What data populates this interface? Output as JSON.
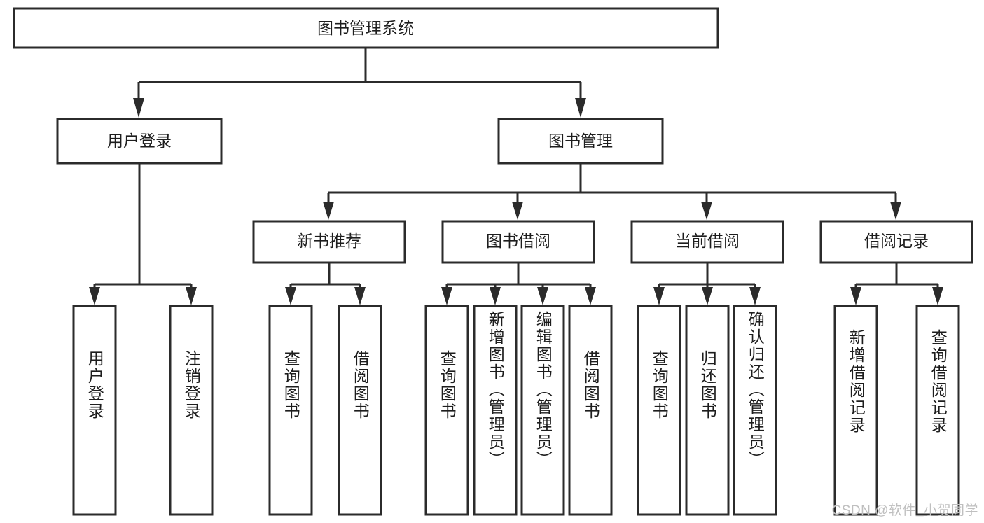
{
  "diagram": {
    "title": "图书管理系统",
    "watermark": "CSDN @软件_小贺同学",
    "levels": {
      "root": {
        "label": "图书管理系统"
      },
      "level2": [
        {
          "id": "user-login",
          "label": "用户登录"
        },
        {
          "id": "book-management",
          "label": "图书管理"
        }
      ],
      "level3": [
        {
          "id": "new-book-recommend",
          "label": "新书推荐"
        },
        {
          "id": "book-borrow",
          "label": "图书借阅"
        },
        {
          "id": "current-borrow",
          "label": "当前借阅"
        },
        {
          "id": "borrow-record",
          "label": "借阅记录"
        }
      ],
      "leaves": {
        "user_login": [
          {
            "id": "leaf-user-login",
            "label": "用户登录"
          },
          {
            "id": "leaf-logout-login",
            "label": "注销登录"
          }
        ],
        "new_book_recommend": [
          {
            "id": "leaf-query-book-1",
            "label": "查询图书"
          },
          {
            "id": "leaf-borrow-book-1",
            "label": "借阅图书"
          }
        ],
        "book_borrow": [
          {
            "id": "leaf-query-book-2",
            "label": "查询图书"
          },
          {
            "id": "leaf-add-book-admin",
            "label": "新增图书（管理员）"
          },
          {
            "id": "leaf-edit-book-admin",
            "label": "编辑图书（管理员）"
          },
          {
            "id": "leaf-borrow-book-2",
            "label": "借阅图书"
          }
        ],
        "current_borrow": [
          {
            "id": "leaf-query-book-3",
            "label": "查询图书"
          },
          {
            "id": "leaf-return-book",
            "label": "归还图书"
          },
          {
            "id": "leaf-confirm-return-admin",
            "label": "确认归还（管理员）"
          }
        ],
        "borrow_record": [
          {
            "id": "leaf-add-borrow-record",
            "label": "新增借阅记录"
          },
          {
            "id": "leaf-query-borrow-record",
            "label": "查询借阅记录"
          }
        ]
      }
    },
    "colors": {
      "stroke": "#2b2b2b",
      "fill": "#ffffff",
      "text": "#1d1d1d",
      "watermark": "#bfbfbf"
    }
  }
}
